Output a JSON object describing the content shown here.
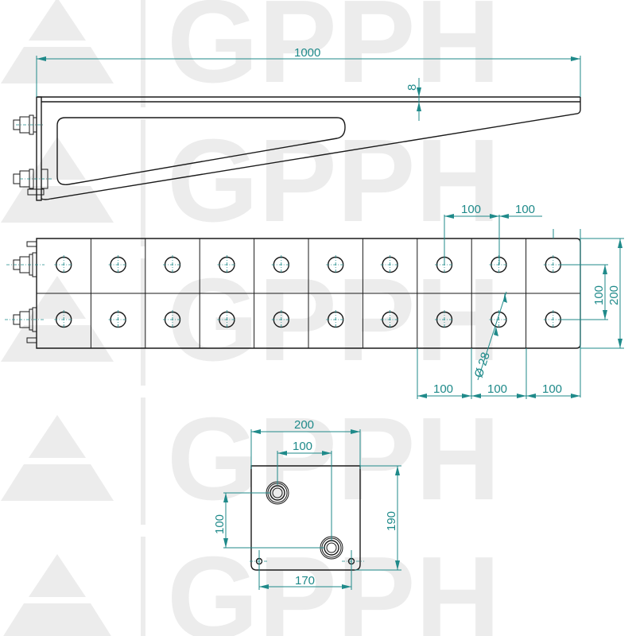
{
  "colors": {
    "background": "#ffffff",
    "watermark": "#ececec",
    "outline": "#1a1a1a",
    "dimension": "#1f8a8a"
  },
  "watermark": {
    "text": "GPPH",
    "logo": "split-triangle-icon",
    "rows": 5
  },
  "views": {
    "side_view": {
      "name": "bracket-side-view",
      "dimensions": {
        "length": "1000",
        "flange_thickness": "8"
      }
    },
    "top_view": {
      "name": "bracket-top-view",
      "grid": {
        "columns": 10,
        "rows": 2
      },
      "hole_count": 20,
      "dimensions": {
        "top_spacing_1": "100",
        "top_spacing_2": "100",
        "row_spacing": "100",
        "width": "200",
        "hole_diameter": "Ø 28",
        "bottom_spacing_1": "100",
        "bottom_spacing_2": "100",
        "bottom_spacing_3": "100"
      }
    },
    "end_plate_view": {
      "name": "wall-plate-view",
      "dimensions": {
        "width": "200",
        "bolt_horizontal_spacing": "100",
        "bolt_vertical_spacing": "100",
        "height": "190",
        "small_hole_spacing": "170"
      }
    }
  }
}
